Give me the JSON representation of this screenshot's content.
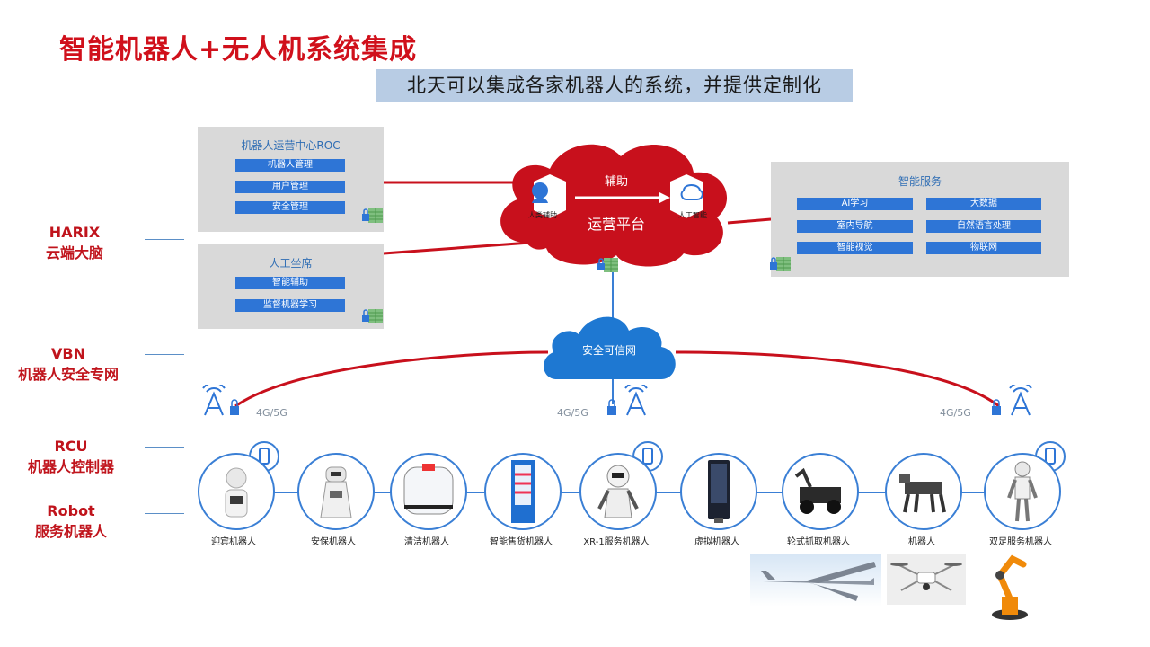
{
  "title": "智能机器人+无人机系统集成",
  "subtitle": "北天可以集成各家机器人的系统，并提供定制化",
  "layers": [
    {
      "name": "HARIX",
      "desc": "云端大脑"
    },
    {
      "name": "VBN",
      "desc": "机器人安全专网"
    },
    {
      "name": "RCU",
      "desc": "机器人控制器"
    },
    {
      "name": "Robot",
      "desc": "服务机器人"
    }
  ],
  "roc_panel": {
    "title": "机器人运营中心ROC",
    "items": [
      "机器人管理",
      "用户管理",
      "安全管理"
    ]
  },
  "seat_panel": {
    "title": "人工坐席",
    "items": [
      "智能辅助",
      "监督机器学习"
    ]
  },
  "smart_panel": {
    "title": "智能服务",
    "items": [
      "AI学习",
      "大数据",
      "室内导航",
      "自然语言处理",
      "智能视觉",
      "物联网"
    ]
  },
  "ops_cloud": {
    "platform": "运营平台",
    "assist": "辅助",
    "human_assist": "人类辅助",
    "ai": "人工智能"
  },
  "secure_cloud": {
    "label": "安全可信网"
  },
  "network_labels": [
    "4G/5G",
    "4G/5G",
    "4G/5G"
  ],
  "robots": [
    "迎宾机器人",
    "安保机器人",
    "清洁机器人",
    "智能售货机器人",
    "XR-1服务机器人",
    "虚拟机器人",
    "轮式抓取机器人",
    "机器人",
    "双足服务机器人"
  ],
  "colors": {
    "title_red": "#d0101b",
    "cloud_red": "#c8101c",
    "cloud_blue": "#1e78d2",
    "chip_blue": "#2e75d6",
    "panel_gray": "#d9d9d9",
    "subtitle_bg": "#b8cce4"
  }
}
